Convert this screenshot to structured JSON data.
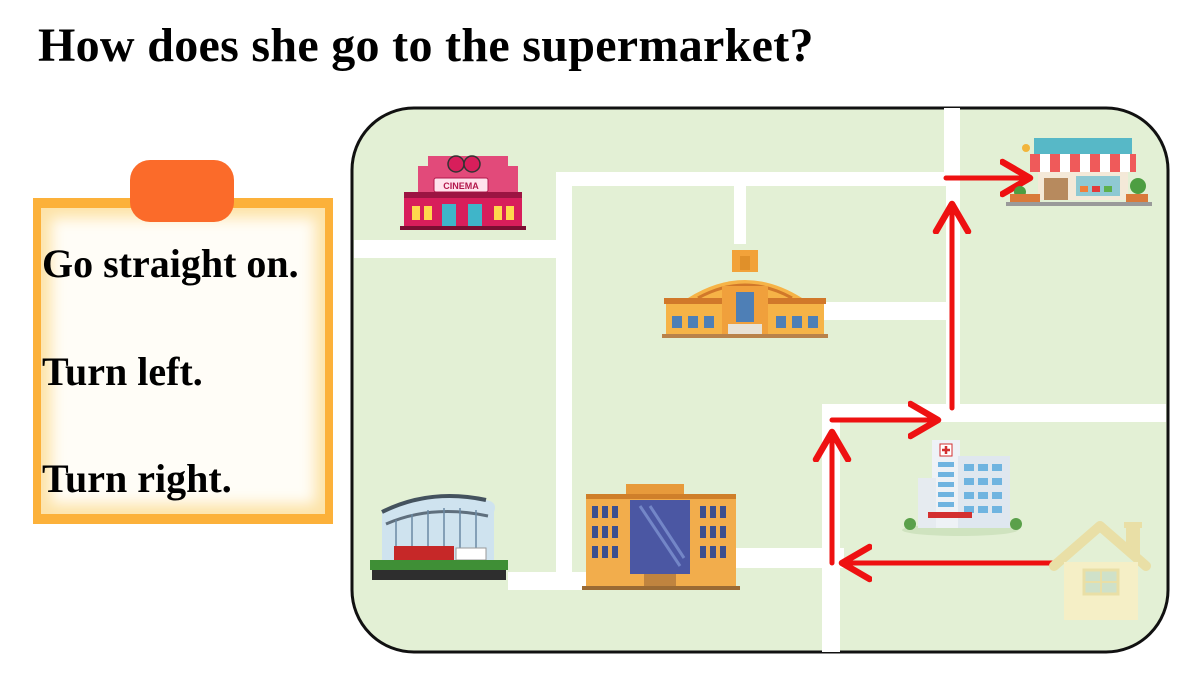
{
  "title": "How does she go to the supermarket?",
  "phrases": [
    "Go straight on.",
    "Turn left.",
    "Turn right."
  ],
  "places": {
    "cinema": {
      "sign": "CINEMA",
      "icon": "cinema-building-icon"
    },
    "museum": {
      "icon": "museum-building-icon"
    },
    "supermarket": {
      "icon": "supermarket-store-icon"
    },
    "hospital": {
      "icon": "hospital-building-icon"
    },
    "school": {
      "icon": "school-building-icon"
    },
    "stadium": {
      "icon": "stadium-building-icon"
    },
    "home": {
      "icon": "house-icon"
    }
  },
  "colors": {
    "map_fill": "#e3f0d5",
    "road": "#ffffff",
    "route": "#ee1111",
    "card": "#fcb13a",
    "clip": "#fb6b2a"
  }
}
